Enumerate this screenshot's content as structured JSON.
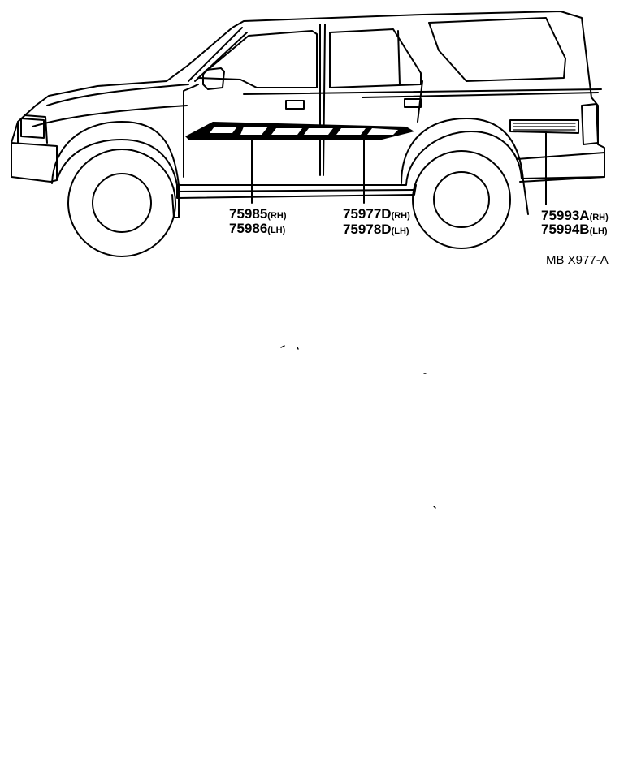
{
  "parts": [
    {
      "number": "75985",
      "side": "(RH)"
    },
    {
      "number": "75986",
      "side": "(LH)"
    },
    {
      "number": "75977D",
      "side": "(RH)"
    },
    {
      "number": "75978D",
      "side": "(LH)"
    },
    {
      "number": "75993A",
      "side": "(RH)"
    },
    {
      "number": "75994B",
      "side": "(LH)"
    }
  ],
  "reference_code": "MB X977-A",
  "colors": {
    "line": "#000000",
    "background": "#ffffff"
  }
}
